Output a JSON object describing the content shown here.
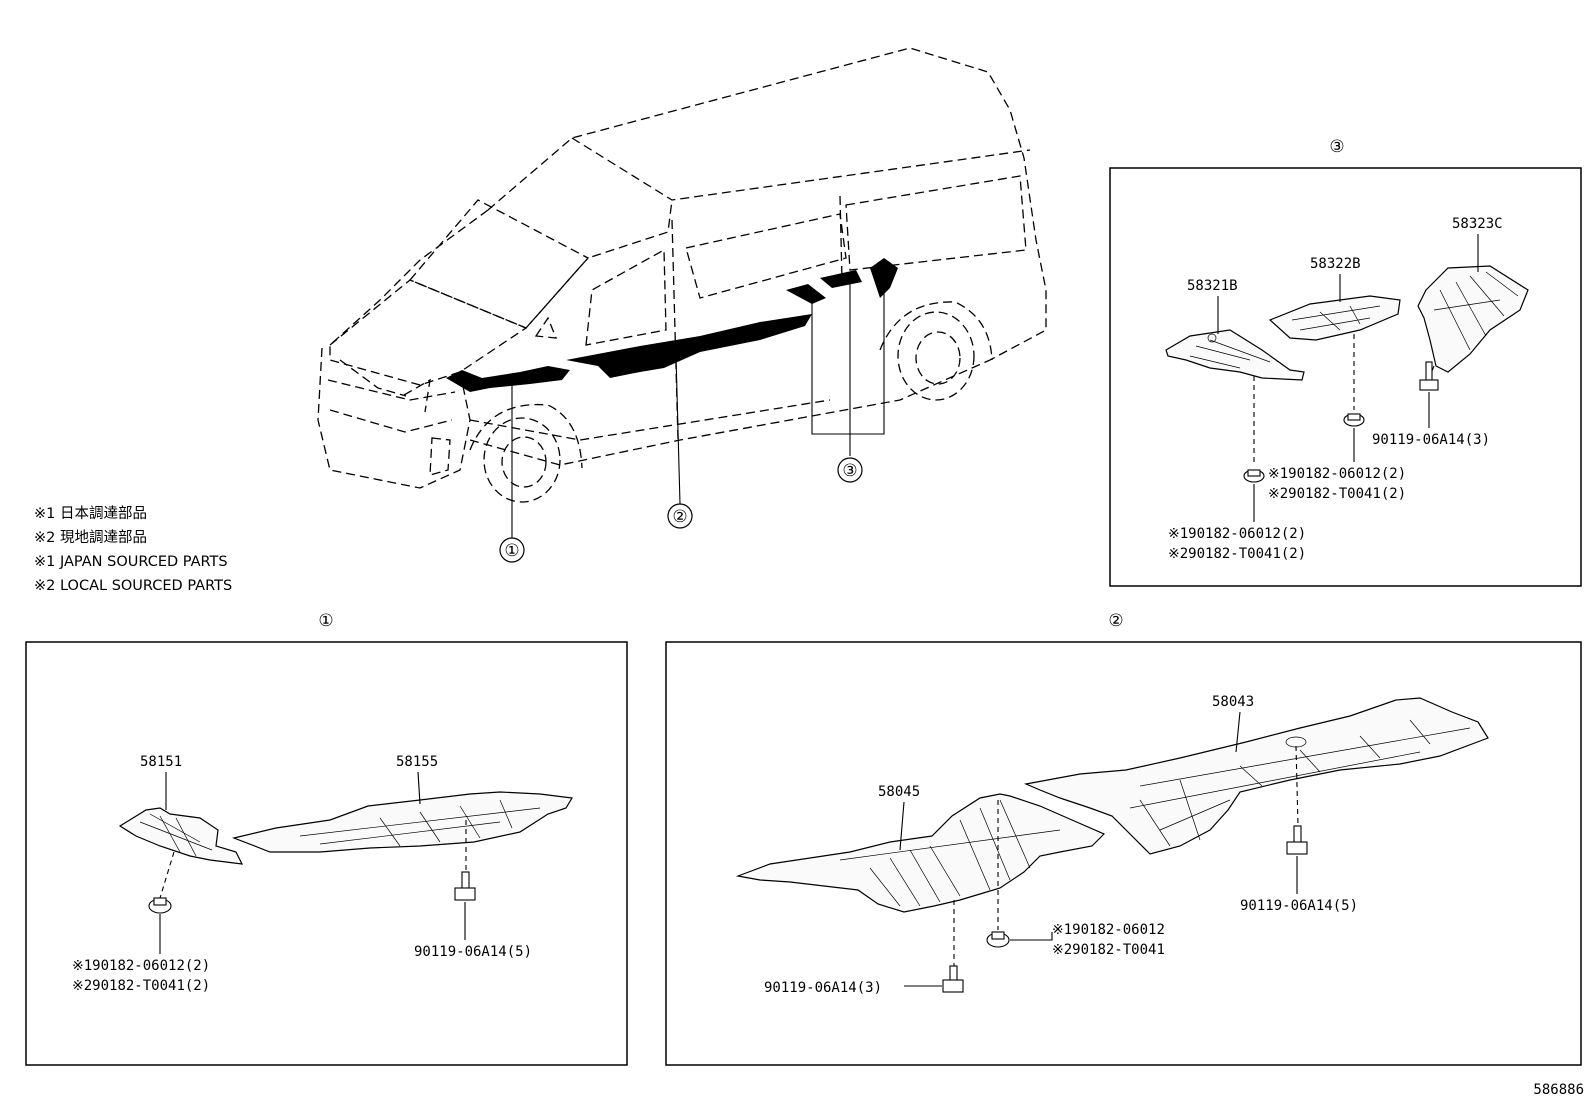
{
  "notes": [
    "※1 日本調達部品",
    "※2 現地調達部品",
    "※1 JAPAN SOURCED PARTS",
    "※2 LOCAL SOURCED PARTS"
  ],
  "callouts": {
    "c1": "①",
    "c2": "②",
    "c3": "③"
  },
  "panel1": {
    "title": "①",
    "part_a": "58151",
    "part_b": "58155",
    "clip_1": "※190182-06012(2)",
    "clip_2": "※290182-T0041(2)",
    "bolt": "90119-06A14(5)"
  },
  "panel2": {
    "title": "②",
    "part_a": "58043",
    "part_b": "58045",
    "clip_1": "※190182-06012",
    "clip_2": "※290182-T0041",
    "bolt_a": "90119-06A14(5)",
    "bolt_b": "90119-06A14(3)"
  },
  "panel3": {
    "title": "③",
    "part_a": "58321B",
    "part_b": "58322B",
    "part_c": "58323C",
    "bolt": "90119-06A14(3)",
    "clip_b1": "※190182-06012(2)",
    "clip_b2": "※290182-T0041(2)",
    "clip_a1": "※190182-06012(2)",
    "clip_a2": "※290182-T0041(2)"
  },
  "figure_id": "586886"
}
